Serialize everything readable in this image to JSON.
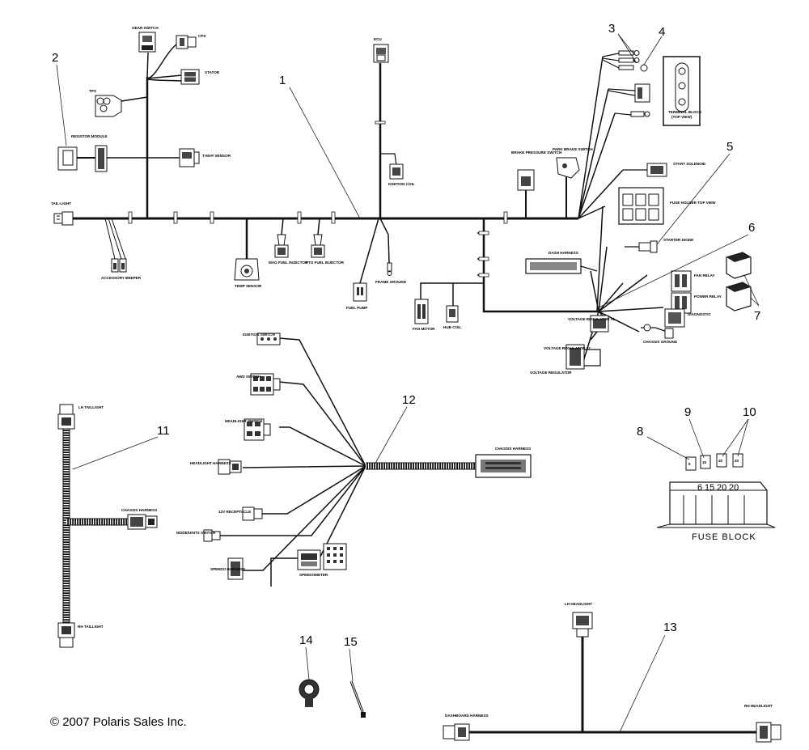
{
  "callouts": [
    "1",
    "2",
    "3",
    "4",
    "5",
    "6",
    "7",
    "8",
    "9",
    "10",
    "11",
    "12",
    "13",
    "14",
    "15"
  ],
  "copyright": "© 2007 Polaris Sales Inc.",
  "labels": {
    "gear_switch": "GEAR SWITCH",
    "cps": "CPS",
    "stator": "STATOR",
    "tps": "TPS",
    "resistor_module": "RESISTOR MODULE",
    "tmap_sensor": "T-MAP SENSOR",
    "ecu": "ECU",
    "ignition_coil": "IGNITION COIL",
    "tail_light": "TAIL-LIGHT",
    "accessory_beeper": "ACCESSORY BEEPER",
    "temp_sensor": "TEMP SENSOR",
    "mag_fuel_injector": "MAG FUEL INJECTOR",
    "pto_fuel_injector": "PTO FUEL INJECTOR",
    "frame_ground": "FRAME GROUND",
    "fuel_pump": "FUEL PUMP",
    "fan_motor": "FAN MOTOR",
    "hub_coil": "HUB COIL",
    "brake_pressure_switch": "BRAKE PRESSURE SWITCH",
    "park_brake_switch": "PARK BRAKE SWITCH",
    "terminal_block": "TERMINAL BLOCK",
    "terminal_block_view": "(TOP VIEW)",
    "start_solenoid": "START SOLENOID",
    "fuse_holder": "FUSE HOLDER TOP VIEW",
    "starter_diode": "STARTER DIODE",
    "dash_harness": "DASH HARNESS",
    "fan_relay": "FAN RELAY",
    "power_relay": "POWER RELAY",
    "diagnostic": "DIAGNOSTIC",
    "voltage_regulator_1": "VOLTAGE REGULATOR #1",
    "voltage_regulator_2": "VOLTAGE REGULATOR #2",
    "voltage_regulator": "VOLTAGE REGULATOR",
    "chassis_ground": "CHASSIS GROUND",
    "ignition_switch": "IGNITION SWITCH",
    "awd_switch": "AWD SWITCH",
    "headlight_switch": "HEADLIGHT SWITCH",
    "headlight_harness": "HEADLIGHT HARNESS",
    "receptacle_12v": "12V RECEPTACLE",
    "mode_switch": "MODE/UNITS SWITCH",
    "speedo_harness": "SPEEDO HARNESS",
    "speedometer": "SPEEDOMETER",
    "chassis_harness_12": "CHASSIS HARNESS",
    "lh_taillight": "LH TAILLIGHT",
    "rh_taillight": "RH TAILLIGHT",
    "chassis_harness_11": "CHASSIS HARNESS",
    "lh_headlight": "LH HEADLIGHT",
    "rh_headlight": "RH HEADLIGHT",
    "dashboard_harness": "DASHBOARD HARNESS"
  },
  "fuse_block": {
    "title": "FUSE BLOCK",
    "ratings": [
      "6",
      "15",
      "20",
      "20"
    ],
    "fuses": [
      "6",
      "15",
      "20",
      "20"
    ]
  }
}
